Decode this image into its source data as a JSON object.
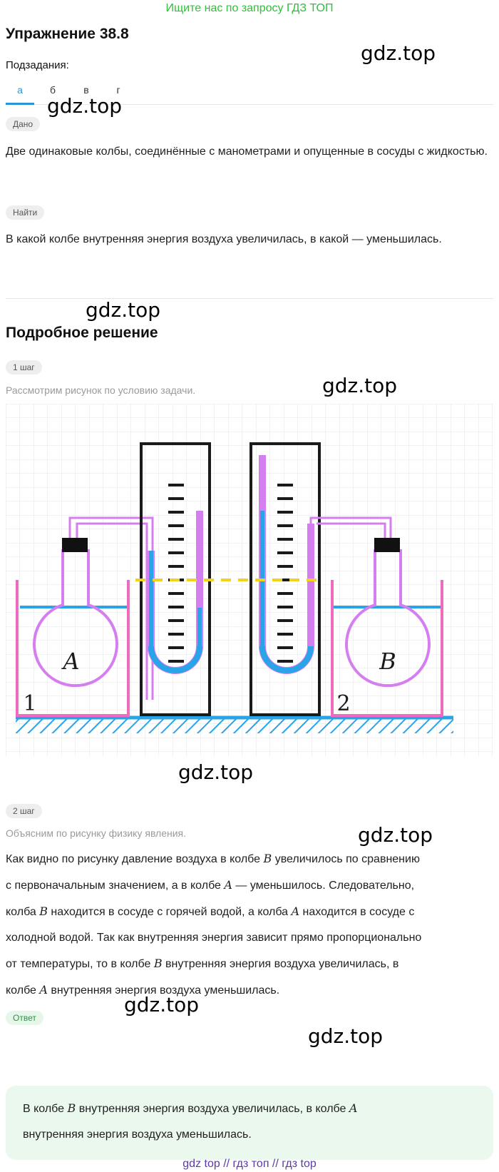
{
  "promo": "Ищите нас по запросу ГДЗ ТОП",
  "title": "Упражнение 38.8",
  "subtasks_label": "Подзадания:",
  "tabs": [
    "а",
    "б",
    "в",
    "г"
  ],
  "given_chip": "Дано",
  "given_text": "Две одинаковые колбы, соединённые с манометрами и опущенные в сосуды с жидкостью.",
  "find_chip": "Найти",
  "find_text": "В какой колбе внутренняя энергия воздуха увеличилась, в какой — уменьшилась.",
  "solution_title": "Подробное решение",
  "step1_chip": "1 шаг",
  "step1_text": "Рассмотрим рисунок по условию задачи.",
  "figure": {
    "flask_a_label": "A",
    "flask_b_label": "B",
    "vessel_1_label": "1",
    "vessel_2_label": "2",
    "colors": {
      "flask": "#d57ef0",
      "vessel": "#f06bbf",
      "water": "#2aa4e8",
      "level_line": "#f2d21a",
      "frame": "#1a1a1a",
      "ground": "#2aa4e8"
    }
  },
  "step2_chip": "2 шаг",
  "step2_text": "Объясним по рисунку физику явления.",
  "step2_lines": [
    [
      "Как видно по рисунку давление воздуха в колбе ",
      "B",
      " увеличилось по сравнению"
    ],
    [
      "с первоначальным значением, а в колбе ",
      "A",
      " — уменьшилось. Следовательно,"
    ],
    [
      "колба ",
      "B",
      " находится в сосуде с горячей водой, а колба ",
      "A",
      " находится в сосуде с"
    ],
    [
      "холодной водой. Так как внутренняя энергия зависит прямо пропорционально"
    ],
    [
      "от температуры, то в колбе ",
      "B",
      " внутренняя энергия воздуха увеличилась, в"
    ],
    [
      "колбе ",
      "A",
      " внутренняя энергия воздуха уменьшилась."
    ]
  ],
  "answer_chip": "Ответ",
  "answer_lines": [
    [
      "В колбе ",
      "B",
      " внутренняя энергия воздуха увеличилась, в колбе ",
      "A"
    ],
    [
      "внутренняя энергия воздуха уменьшилась."
    ]
  ],
  "watermark": "gdz.top",
  "footer": "gdz top  //  гдз топ  //  гдз top"
}
